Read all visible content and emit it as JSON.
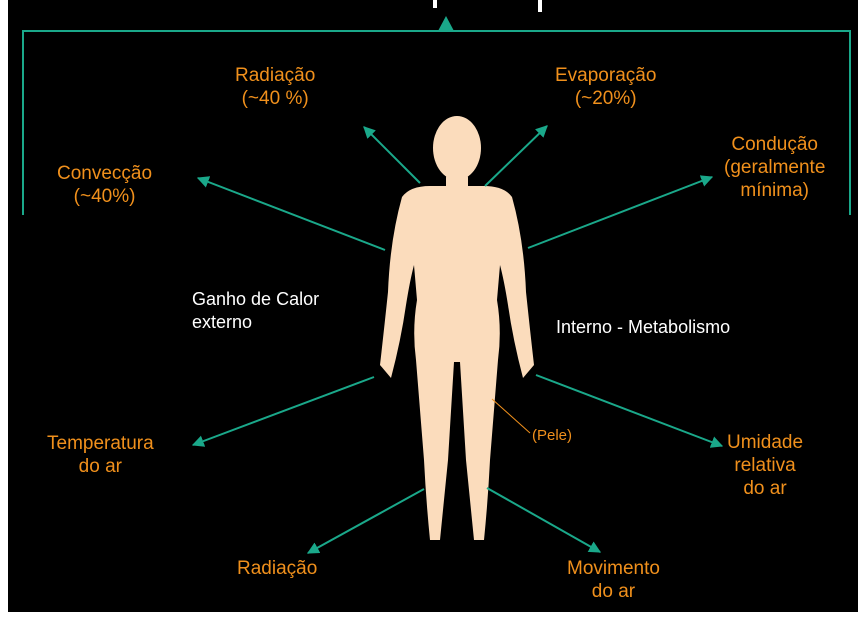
{
  "colors": {
    "background": "#000000",
    "arrow": "#1aa88a",
    "label": "#f0901c",
    "skin": "#fbdcbc",
    "text": "#ffffff"
  },
  "icons": {
    "figure": "human-figure-icon",
    "top_marker": "triangle-up-icon"
  },
  "labels": {
    "radiation_top": {
      "line1": "Radiação",
      "line2": "(~40 %)"
    },
    "evaporation": {
      "line1": "Evaporação",
      "line2": "(~20%)"
    },
    "convection": {
      "line1": "Convecção",
      "line2": "(~40%)"
    },
    "conduction": {
      "line1": "Condução",
      "line2": "(geralmente",
      "line3": "mínima)"
    },
    "heat_gain_external": {
      "line1": "Ganho de Calor",
      "line2": "externo"
    },
    "internal_metabolism": "Interno  - Metabolismo",
    "air_temperature": {
      "line1": "Temperatura",
      "line2": "do ar"
    },
    "relative_humidity": {
      "line1": "Umidade",
      "line2": "relativa",
      "line3": "do ar"
    },
    "radiation_bottom": "Radiação",
    "air_movement": {
      "line1": "Movimento",
      "line2": "do ar"
    },
    "skin": "(Pele)"
  }
}
